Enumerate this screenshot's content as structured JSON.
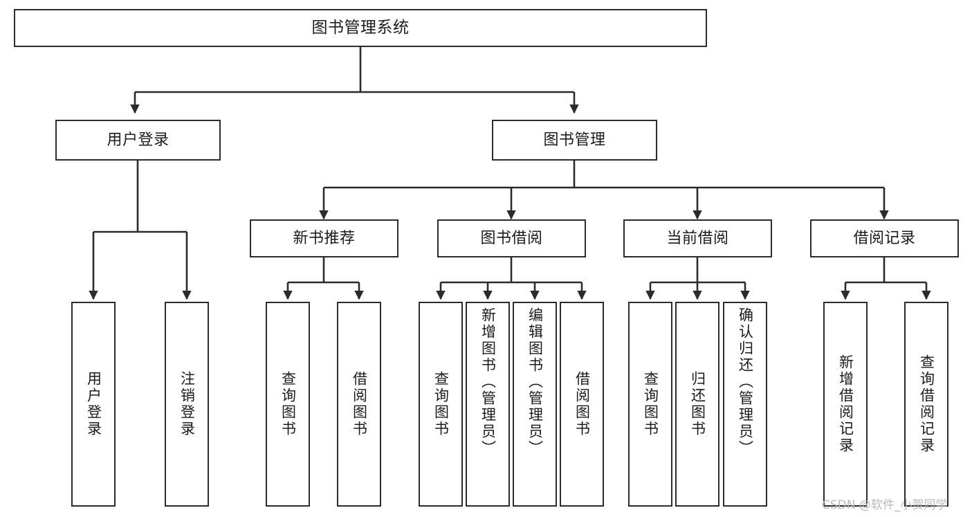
{
  "diagram": {
    "type": "tree",
    "title": "图书管理系统",
    "orientation": "top-down",
    "colors": {
      "background": "#ffffff",
      "stroke": "#2b2b2b",
      "text": "#1b1b1b",
      "watermark": "#b9b9b9"
    },
    "root": {
      "id": "root",
      "label": "图书管理系统"
    },
    "level2": [
      {
        "id": "user-login",
        "label": "用户登录"
      },
      {
        "id": "book-manage",
        "label": "图书管理"
      }
    ],
    "level3": [
      {
        "id": "new-book-rec",
        "label": "新书推荐"
      },
      {
        "id": "book-borrow",
        "label": "图书借阅"
      },
      {
        "id": "current-borrow",
        "label": "当前借阅"
      },
      {
        "id": "borrow-record",
        "label": "借阅记录"
      }
    ],
    "leaves": {
      "user_login": [
        {
          "id": "leaf-user-login",
          "label": "用户登录"
        },
        {
          "id": "leaf-logout",
          "label": "注销登录"
        }
      ],
      "new_book_rec": [
        {
          "id": "leaf-query-book-1",
          "label": "查询图书"
        },
        {
          "id": "leaf-borrow-book-1",
          "label": "借阅图书"
        }
      ],
      "book_borrow": [
        {
          "id": "leaf-query-book-2",
          "label": "查询图书"
        },
        {
          "id": "leaf-add-book",
          "label": "新增图书（管理员）"
        },
        {
          "id": "leaf-edit-book",
          "label": "编辑图书（管理员）"
        },
        {
          "id": "leaf-borrow-book-2",
          "label": "借阅图书"
        }
      ],
      "current_borrow": [
        {
          "id": "leaf-query-book-3",
          "label": "查询图书"
        },
        {
          "id": "leaf-return-book",
          "label": "归还图书"
        },
        {
          "id": "leaf-confirm-return",
          "label": "确认归还（管理员）"
        }
      ],
      "borrow_record": [
        {
          "id": "leaf-add-record",
          "label": "新增借阅记录"
        },
        {
          "id": "leaf-query-record",
          "label": "查询借阅记录"
        }
      ]
    }
  },
  "watermark": {
    "text": "CSDN @软件_小贺同学"
  }
}
